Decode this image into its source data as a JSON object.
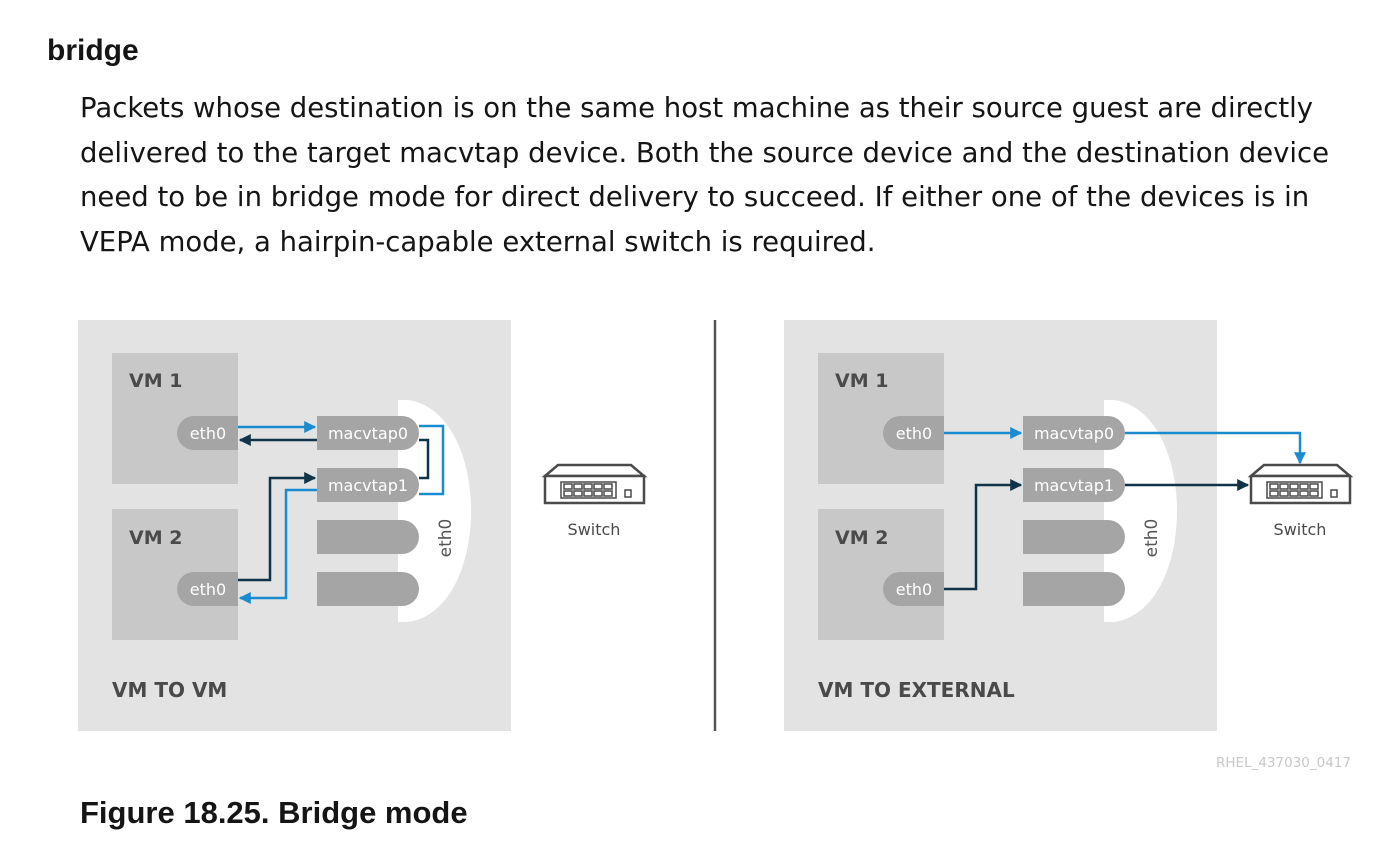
{
  "term": "bridge",
  "description": "Packets whose destination is on the same host machine as their source guest are directly delivered to the target macvtap device. Both the source device and the destination device need to be in bridge mode for direct delivery to succeed. If either one of the devices is in VEPA mode, a hairpin-capable external switch is required.",
  "figure": {
    "left_panel": {
      "vm1_label": "VM 1",
      "vm2_label": "VM 2",
      "vm1_eth": "eth0",
      "vm2_eth": "eth0",
      "tap0": "macvtap0",
      "tap1": "macvtap1",
      "host_eth": "eth0",
      "caption": "VM TO VM"
    },
    "right_panel": {
      "vm1_label": "VM 1",
      "vm2_label": "VM 2",
      "vm1_eth": "eth0",
      "vm2_eth": "eth0",
      "tap0": "macvtap0",
      "tap1": "macvtap1",
      "host_eth": "eth0",
      "caption": "VM TO EXTERNAL"
    },
    "switch_left": "Switch",
    "switch_right": "Switch",
    "image_id": "RHEL_437030_0417",
    "colors": {
      "panel": "#e3e3e3",
      "vm": "#c8c8c8",
      "pill": "#a5a5a5",
      "light_blue": "#1a8bd0",
      "dark_navy": "#0f3349"
    }
  },
  "caption": "Figure 18.25. Bridge mode"
}
